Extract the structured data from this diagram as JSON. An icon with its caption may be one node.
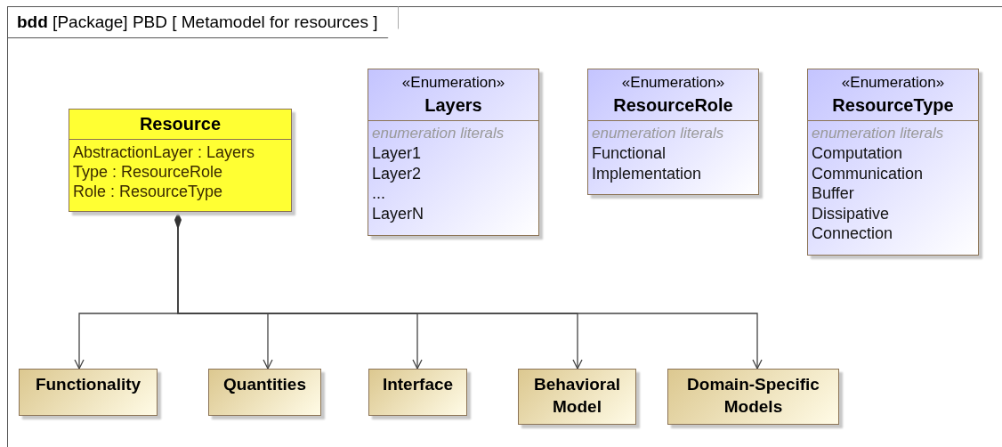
{
  "diagram": {
    "title": "**bdd** [Package] PBD [ Metamodel for resources ]",
    "nodes": [
      {
        "text": [
          "Resource",
          "AbstractionLayer : Layers",
          "Type : ResourceRole",
          "Role : ResourceType"
        ]
      },
      {
        "text": [
          "«Enumeration»",
          "Layers",
          "enumeration literals",
          "Layer1",
          "Layer2",
          "...",
          "LayerN"
        ]
      },
      {
        "text": [
          "«Enumeration»",
          "ResourceRole",
          "enumeration literals",
          "Functional",
          "Implementation"
        ]
      },
      {
        "text": [
          "«Enumeration»",
          "ResourceType",
          "enumeration literals",
          "Computation",
          "Communication",
          "Buffer",
          "Dissipative",
          "Connection"
        ]
      },
      {
        "text": [
          "Functionality"
        ]
      },
      {
        "text": [
          "Quantities"
        ]
      },
      {
        "text": [
          "Interface"
        ]
      },
      {
        "text": [
          "Behavioral Model"
        ]
      },
      {
        "text": [
          "Domain-Specific Models"
        ]
      }
    ],
    "edges": [
      {
        "from": 0,
        "to": 4,
        "arrow": "to"
      },
      {
        "from": 0,
        "to": 5,
        "arrow": "to"
      },
      {
        "from": 0,
        "to": 6,
        "arrow": "to"
      },
      {
        "from": 0,
        "to": 7,
        "arrow": "to"
      },
      {
        "from": 0,
        "to": 8,
        "arrow": "to"
      }
    ]
  }
}
